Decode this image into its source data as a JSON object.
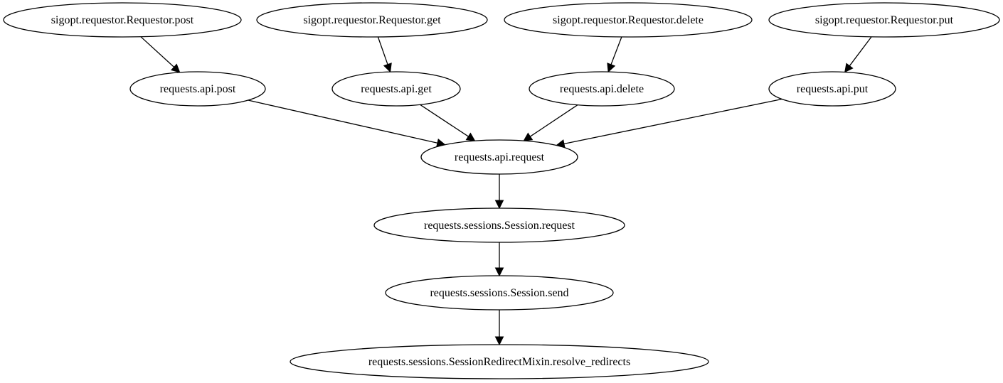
{
  "diagram": {
    "type": "call-graph",
    "nodes": [
      {
        "id": "n_post",
        "label": "sigopt.requestor.Requestor.post"
      },
      {
        "id": "n_get",
        "label": "sigopt.requestor.Requestor.get"
      },
      {
        "id": "n_del",
        "label": "sigopt.requestor.Requestor.delete"
      },
      {
        "id": "n_put",
        "label": "sigopt.requestor.Requestor.put"
      },
      {
        "id": "a_post",
        "label": "requests.api.post"
      },
      {
        "id": "a_get",
        "label": "requests.api.get"
      },
      {
        "id": "a_del",
        "label": "requests.api.delete"
      },
      {
        "id": "a_put",
        "label": "requests.api.put"
      },
      {
        "id": "a_req",
        "label": "requests.api.request"
      },
      {
        "id": "s_req",
        "label": "requests.sessions.Session.request"
      },
      {
        "id": "s_send",
        "label": "requests.sessions.Session.send"
      },
      {
        "id": "s_redir",
        "label": "requests.sessions.SessionRedirectMixin.resolve_redirects"
      }
    ],
    "edges": [
      {
        "from": "n_post",
        "to": "a_post"
      },
      {
        "from": "n_get",
        "to": "a_get"
      },
      {
        "from": "n_del",
        "to": "a_del"
      },
      {
        "from": "n_put",
        "to": "a_put"
      },
      {
        "from": "a_post",
        "to": "a_req"
      },
      {
        "from": "a_get",
        "to": "a_req"
      },
      {
        "from": "a_del",
        "to": "a_req"
      },
      {
        "from": "a_put",
        "to": "a_req"
      },
      {
        "from": "a_req",
        "to": "s_req"
      },
      {
        "from": "s_req",
        "to": "s_send"
      },
      {
        "from": "s_send",
        "to": "s_redir"
      }
    ]
  }
}
